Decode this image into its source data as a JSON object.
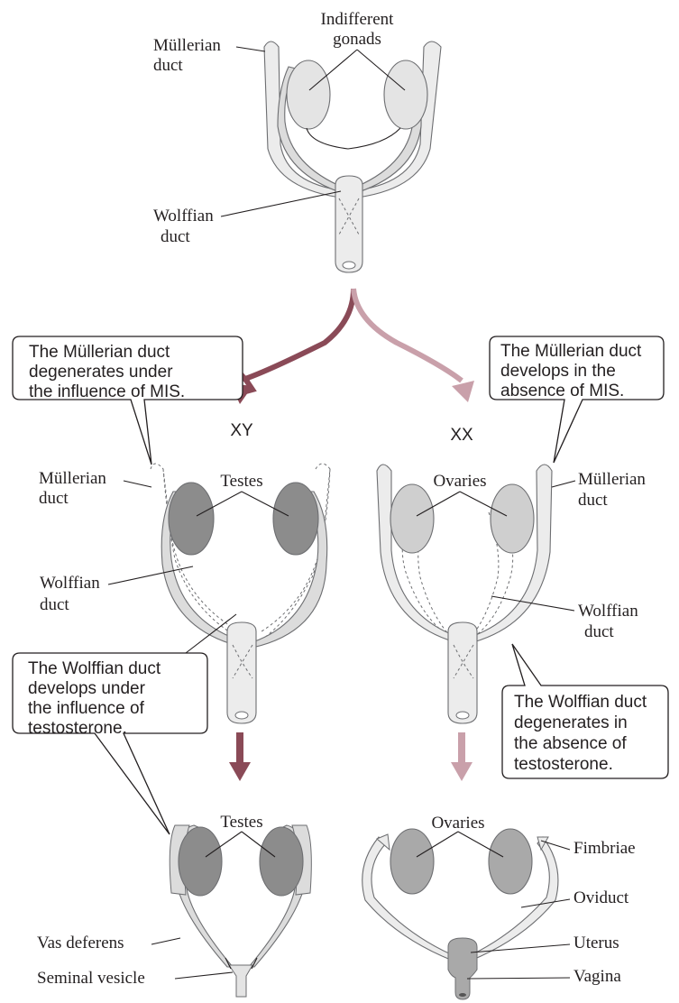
{
  "colors": {
    "xy_arrow": "#8a4a57",
    "xx_arrow": "#c9a0aa",
    "gonad_indifferent": "#e4e4e4",
    "testis": "#8c8c8c",
    "ovary": "#cfcfcf",
    "ovary_final": "#a9a9a9"
  },
  "top": {
    "mullerian_label": [
      "Müllerian",
      "duct"
    ],
    "gonads_label": [
      "Indifferent",
      "gonads"
    ],
    "wolffian_label": [
      "Wolffian",
      "duct"
    ]
  },
  "branches": {
    "xy": "XY",
    "xx": "XX"
  },
  "male": {
    "callout_mis": [
      "The Müllerian duct",
      "degenerates under",
      "the influence of MIS."
    ],
    "mullerian_label": [
      "Müllerian",
      "duct"
    ],
    "gonads_label": "Testes",
    "wolffian_label": [
      "Wolffian",
      "duct"
    ],
    "callout_testosterone": [
      "The Wolffian duct",
      "develops under",
      "the influence of",
      "testosterone."
    ],
    "final_gonads_label": "Testes",
    "vas_deferens_label": "Vas deferens",
    "seminal_vesicle_label": "Seminal vesicle"
  },
  "female": {
    "callout_mis": [
      "The Müllerian duct",
      "develops in the",
      "absence of MIS."
    ],
    "mullerian_label": [
      "Müllerian",
      "duct"
    ],
    "gonads_label": "Ovaries",
    "wolffian_label": [
      "Wolffian",
      "duct"
    ],
    "callout_testosterone": [
      "The Wolffian duct",
      "degenerates in",
      "the absence of",
      "testosterone."
    ],
    "final_gonads_label": "Ovaries",
    "fimbriae_label": "Fimbriae",
    "oviduct_label": "Oviduct",
    "uterus_label": "Uterus",
    "vagina_label": "Vagina"
  }
}
